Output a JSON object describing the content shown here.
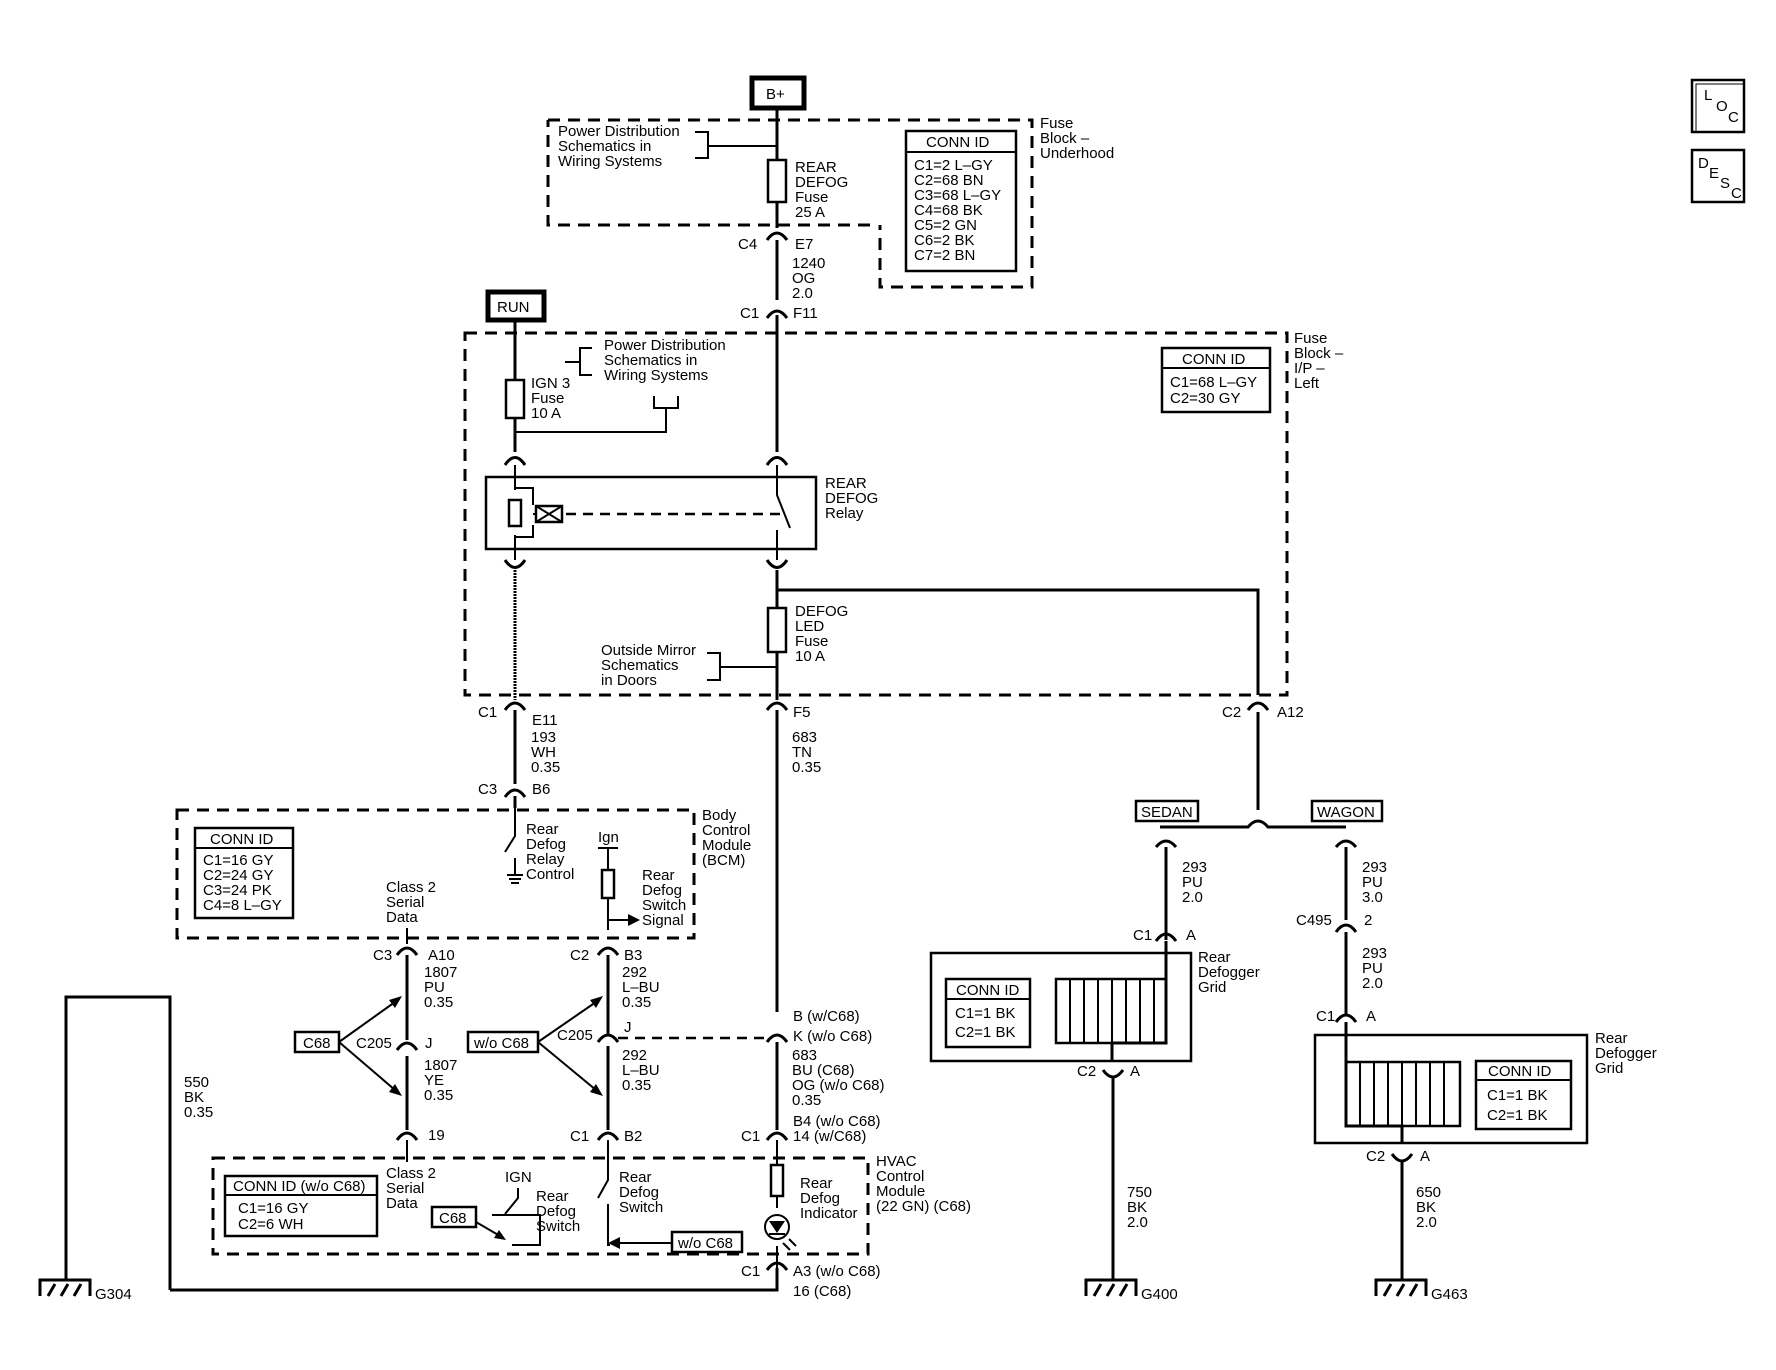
{
  "nav": {
    "loc_l": "L",
    "loc_o": "O",
    "loc_c": "C",
    "desc_d": "D",
    "desc_e": "E",
    "desc_s": "S",
    "desc_c": "C"
  },
  "power": {
    "bplus": "B+",
    "run": "RUN"
  },
  "underhood": {
    "label": [
      "Fuse",
      "Block –",
      "Underhood"
    ],
    "pds": [
      "Power Distribution",
      "Schematics in",
      "Wiring Systems"
    ],
    "fuse": [
      "REAR",
      "DEFOG",
      "Fuse",
      "25 A"
    ],
    "conn_title": "CONN ID",
    "conn_rows": [
      "C1=2 L–GY",
      "C2=68 BN",
      "C3=68 L–GY",
      "C4=68 BK",
      "C5=2 GN",
      "C6=2 BK",
      "C7=2 BN"
    ],
    "c4": "C4",
    "e7": "E7",
    "wire": [
      "1240",
      "OG",
      "2.0"
    ],
    "c1": "C1",
    "f11": "F11"
  },
  "ip_left": {
    "label": [
      "Fuse",
      "Block –",
      "I/P –",
      "Left"
    ],
    "conn_title": "CONN ID",
    "conn_rows": [
      "C1=68 L–GY",
      "C2=30 GY"
    ],
    "pds": [
      "Power Distribution",
      "Schematics in",
      "Wiring Systems"
    ],
    "ign_fuse": [
      "IGN 3",
      "Fuse",
      "10 A"
    ],
    "relay": [
      "REAR",
      "DEFOG",
      "Relay"
    ],
    "led_fuse": [
      "DEFOG",
      "LED",
      "Fuse",
      "10 A"
    ],
    "mirror": [
      "Outside Mirror",
      "Schematics",
      "in Doors"
    ],
    "c1_left": "C1",
    "e11": "E11",
    "f5": "F5",
    "c2": "C2",
    "a12": "A12"
  },
  "wires_mid": {
    "w193": [
      "193",
      "WH",
      "0.35"
    ],
    "w683": [
      "683",
      "TN",
      "0.35"
    ],
    "c3": "C3",
    "b6": "B6"
  },
  "bcm": {
    "label": [
      "Body",
      "Control",
      "Module",
      "(BCM)"
    ],
    "conn_title": "CONN ID",
    "conn_rows": [
      "C1=16 GY",
      "C2=24 GY",
      "C3=24 PK",
      "C4=8 L–GY"
    ],
    "relay_ctrl": [
      "Rear",
      "Defog",
      "Relay",
      "Control"
    ],
    "ign": "Ign",
    "switch_sig": [
      "Rear",
      "Defog",
      "Switch",
      "Signal"
    ],
    "serial": [
      "Class 2",
      "Serial",
      "Data"
    ]
  },
  "lower": {
    "c3": "C3",
    "a10": "A10",
    "w1807pu": [
      "1807",
      "PU",
      "0.35"
    ],
    "c68": "C68",
    "c205": "C205",
    "j": "J",
    "w1807ye": [
      "1807",
      "YE",
      "0.35"
    ],
    "pin19": "19",
    "c2": "C2",
    "b3": "B3",
    "w292a": [
      "292",
      "L–BU",
      "0.35"
    ],
    "wo_c68": "w/o C68",
    "c205b": "C205",
    "jb": "J",
    "w292b": [
      "292",
      "L–BU",
      "0.35"
    ],
    "c1b": "C1",
    "b2": "B2",
    "bk": [
      "B (w/C68)",
      "K (w/o C68)"
    ],
    "w683b": [
      "683",
      "BU (C68)",
      "OG (w/o C68)",
      "0.35"
    ],
    "b4": [
      "B4 (w/o C68)",
      "14 (w/C68)"
    ],
    "c1c": "C1",
    "w550": [
      "550",
      "BK",
      "0.35"
    ]
  },
  "hvac": {
    "label": [
      "HVAC",
      "Control",
      "Module",
      "(22 GN) (C68)"
    ],
    "conn_title": "CONN ID (w/o C68)",
    "conn_rows": [
      "C1=16 GY",
      "C2=6 WH"
    ],
    "serial": [
      "Class 2",
      "Serial",
      "Data"
    ],
    "ign": "IGN",
    "switch_a": [
      "Rear",
      "Defog",
      "Switch"
    ],
    "switch_b": [
      "Rear",
      "Defog",
      "Switch"
    ],
    "c68": "C68",
    "wo_c68": "w/o C68",
    "indicator": [
      "Rear",
      "Defog",
      "Indicator"
    ],
    "c1": "C1",
    "a3": [
      "A3 (w/o C68)",
      "16 (C68)"
    ]
  },
  "grounds": {
    "g304": "G304",
    "g400": "G400",
    "g463": "G463"
  },
  "sedan": {
    "tag": "SEDAN",
    "w293": [
      "293",
      "PU",
      "2.0"
    ],
    "c1": "C1",
    "a": "A",
    "grid": [
      "Rear",
      "Defogger",
      "Grid"
    ],
    "conn_title": "CONN ID",
    "conn_rows": [
      "C1=1 BK",
      "C2=1 BK"
    ],
    "c2": "C2",
    "a2": "A",
    "w750": [
      "750",
      "BK",
      "2.0"
    ]
  },
  "wagon": {
    "tag": "WAGON",
    "w293a": [
      "293",
      "PU",
      "3.0"
    ],
    "c495": "C495",
    "pin2": "2",
    "w293b": [
      "293",
      "PU",
      "2.0"
    ],
    "c1": "C1",
    "a": "A",
    "grid": [
      "Rear",
      "Defogger",
      "Grid"
    ],
    "conn_title": "CONN ID",
    "conn_rows": [
      "C1=1 BK",
      "C2=1 BK"
    ],
    "c2": "C2",
    "a2": "A",
    "w650": [
      "650",
      "BK",
      "2.0"
    ]
  }
}
